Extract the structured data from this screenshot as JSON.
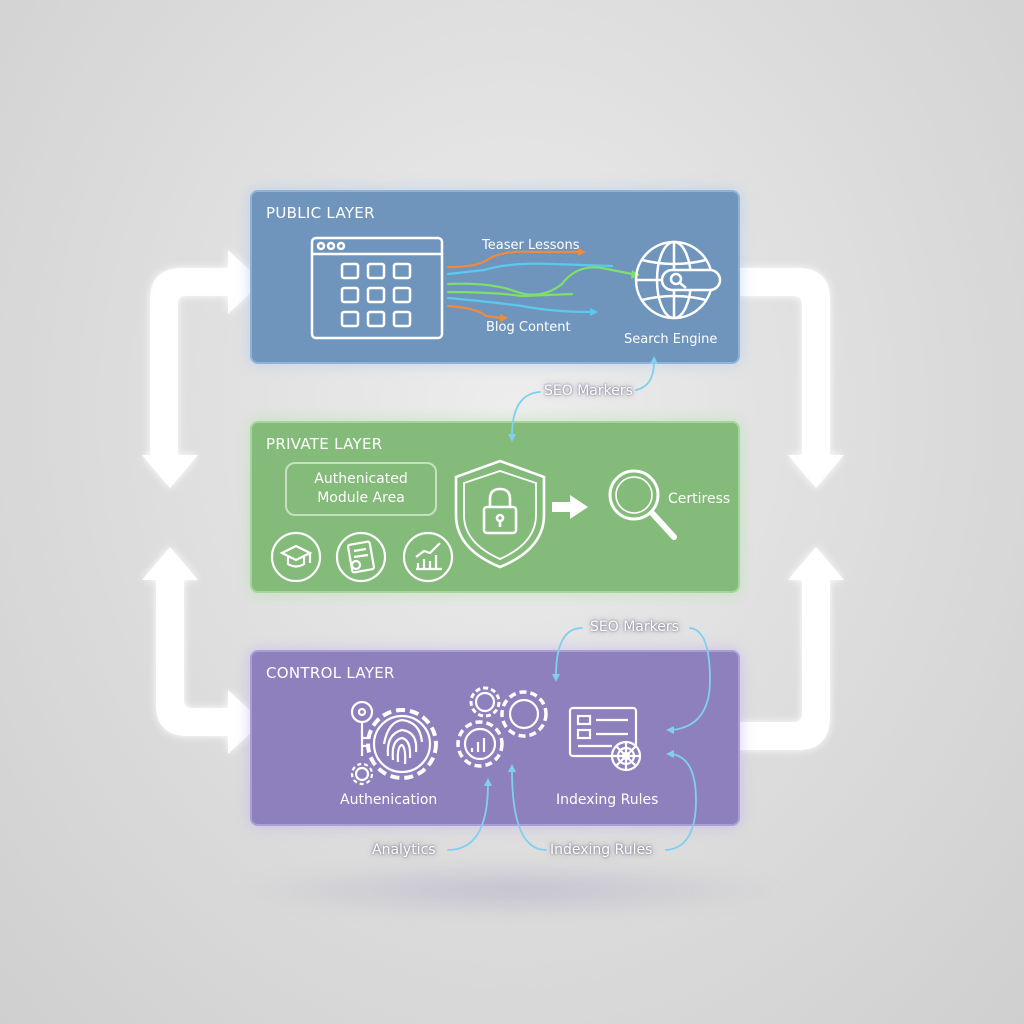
{
  "layers": {
    "public": {
      "title": "PUBLIC LAYER",
      "teaser_label": "Teaser Lessons",
      "blog_label": "Blog Content",
      "search_label": "Search Engine"
    },
    "private": {
      "title": "PRIVATE LAYER",
      "module_line1": "Authenicated",
      "module_line2": "Module Area",
      "certiress_label": "Certiress"
    },
    "control": {
      "title": "CONTROL LAYER",
      "auth_label": "Authenication",
      "indexing_label": "Indexing Rules"
    }
  },
  "connectors": {
    "seo_markers_top": "SEO Markers",
    "seo_markers_bottom": "SEO Markers",
    "analytics": "Analytics",
    "indexing_rules_bottom": "Indexing Rules"
  },
  "colors": {
    "public": "#6f95bd",
    "private": "#84bb7a",
    "control": "#8e80bd",
    "flow_orange": "#f08a3c",
    "flow_green": "#7ee06a",
    "flow_cyan": "#5cc8ee",
    "connector": "#7fd0ee"
  },
  "icons": [
    "browser-grid-icon",
    "globe-search-icon",
    "graduation-cap-icon",
    "certificate-icon",
    "chart-icon",
    "shield-lock-icon",
    "arrow-right-icon",
    "magnifier-icon",
    "key-icon",
    "fingerprint-gear-icon",
    "gears-icon",
    "spider-web-document-icon"
  ]
}
